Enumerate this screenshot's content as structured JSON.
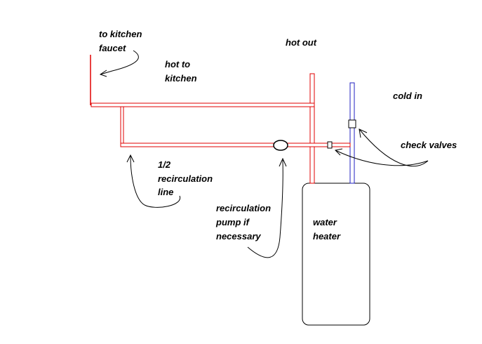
{
  "labels": {
    "to_kitchen_faucet": [
      "to kitchen",
      "faucet"
    ],
    "hot_to_kitchen": [
      "hot to",
      "kitchen"
    ],
    "hot_out": "hot out",
    "cold_in": "cold in",
    "check_valves": "check valves",
    "recirculation_line": [
      "1/2",
      "recirculation",
      "line"
    ],
    "recirculation_pump": [
      "recirculation",
      "pump if",
      "necessary"
    ],
    "water_heater": [
      "water",
      "heater"
    ]
  },
  "colors": {
    "hot_pipe": "#e00000",
    "cold_pipe": "#2020c0",
    "outline": "#000000",
    "background": "#ffffff"
  }
}
